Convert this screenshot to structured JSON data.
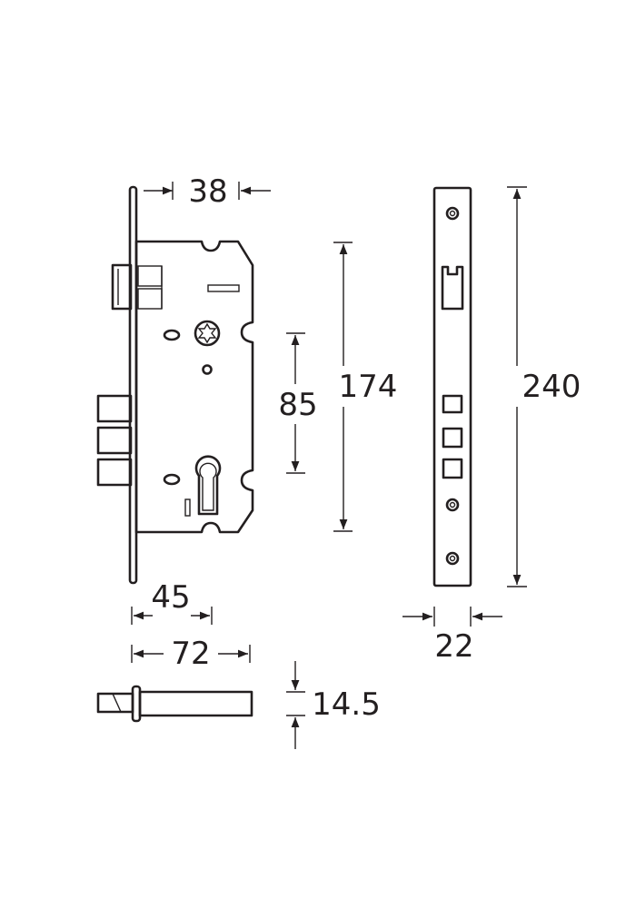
{
  "dimensions": {
    "backset": "38",
    "handle_to_cylinder": "85",
    "case_height": "174",
    "faceplate_height": "240",
    "case_depth": "45",
    "overall_depth": "72",
    "faceplate_width": "22",
    "thickness": "14.5"
  },
  "colors": {
    "line": "#231f20",
    "background": "#ffffff"
  }
}
